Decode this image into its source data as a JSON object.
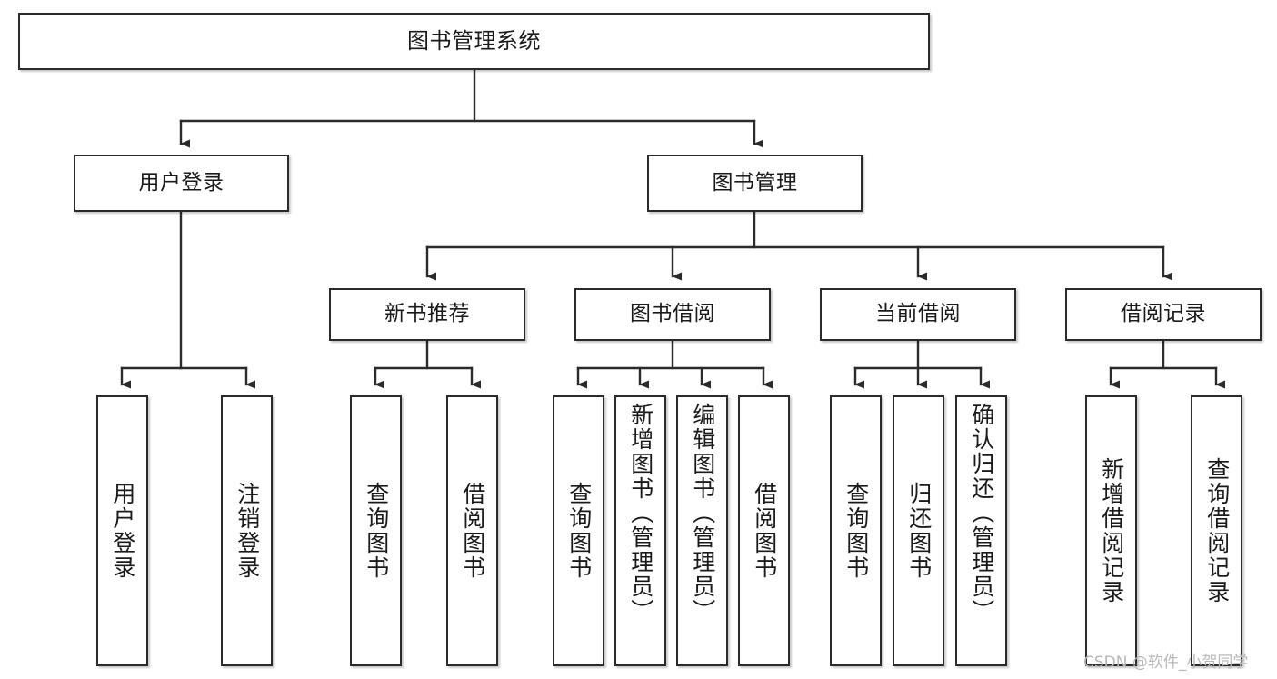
{
  "diagram": {
    "type": "tree-hierarchy-chart",
    "title": "图书管理系统",
    "orientation": "top-down",
    "colors": {
      "box_border": "#2b2b2b",
      "box_fill": "#ffffff",
      "connector": "#2b2b2b",
      "background": "#ffffff",
      "watermark": "#b9b9b9"
    },
    "levels": [
      {
        "level": 1,
        "nodes": [
          {
            "id": "root",
            "label": "图书管理系统",
            "text_direction": "horizontal"
          }
        ]
      },
      {
        "level": 2,
        "nodes": [
          {
            "id": "user-login",
            "label": "用户登录",
            "text_direction": "horizontal",
            "parent": "root"
          },
          {
            "id": "book-manage",
            "label": "图书管理",
            "text_direction": "horizontal",
            "parent": "root"
          }
        ]
      },
      {
        "level": 3,
        "nodes": [
          {
            "id": "new-book-rec",
            "label": "新书推荐",
            "text_direction": "horizontal",
            "parent": "book-manage"
          },
          {
            "id": "book-borrow",
            "label": "图书借阅",
            "text_direction": "horizontal",
            "parent": "book-manage"
          },
          {
            "id": "current-borrow",
            "label": "当前借阅",
            "text_direction": "horizontal",
            "parent": "book-manage"
          },
          {
            "id": "borrow-record",
            "label": "借阅记录",
            "text_direction": "horizontal",
            "parent": "book-manage"
          }
        ]
      },
      {
        "level": 4,
        "nodes": [
          {
            "id": "leaf-user-login",
            "label": "用户登录",
            "text_direction": "vertical",
            "parent": "user-login"
          },
          {
            "id": "leaf-user-logout",
            "label": "注销登录",
            "text_direction": "vertical",
            "parent": "user-login"
          },
          {
            "id": "leaf-query-book-1",
            "label": "查询图书",
            "text_direction": "vertical",
            "parent": "new-book-rec"
          },
          {
            "id": "leaf-borrow-book-1",
            "label": "借阅图书",
            "text_direction": "vertical",
            "parent": "new-book-rec"
          },
          {
            "id": "leaf-query-book-2",
            "label": "查询图书",
            "text_direction": "vertical",
            "parent": "book-borrow"
          },
          {
            "id": "leaf-add-book",
            "label": "新增图书（管理员）",
            "text_direction": "vertical",
            "parent": "book-borrow"
          },
          {
            "id": "leaf-edit-book",
            "label": "编辑图书（管理员）",
            "text_direction": "vertical",
            "parent": "book-borrow"
          },
          {
            "id": "leaf-borrow-book-2",
            "label": "借阅图书",
            "text_direction": "vertical",
            "parent": "book-borrow"
          },
          {
            "id": "leaf-query-book-3",
            "label": "查询图书",
            "text_direction": "vertical",
            "parent": "current-borrow"
          },
          {
            "id": "leaf-return-book",
            "label": "归还图书",
            "text_direction": "vertical",
            "parent": "current-borrow"
          },
          {
            "id": "leaf-confirm-return",
            "label": "确认归还（管理员）",
            "text_direction": "vertical",
            "parent": "current-borrow"
          },
          {
            "id": "leaf-add-record",
            "label": "新增借阅记录",
            "text_direction": "vertical",
            "parent": "borrow-record"
          },
          {
            "id": "leaf-query-record",
            "label": "查询借阅记录",
            "text_direction": "vertical",
            "parent": "borrow-record"
          }
        ]
      }
    ]
  },
  "watermark": {
    "text": "CSDN @软件_小贺同学"
  }
}
